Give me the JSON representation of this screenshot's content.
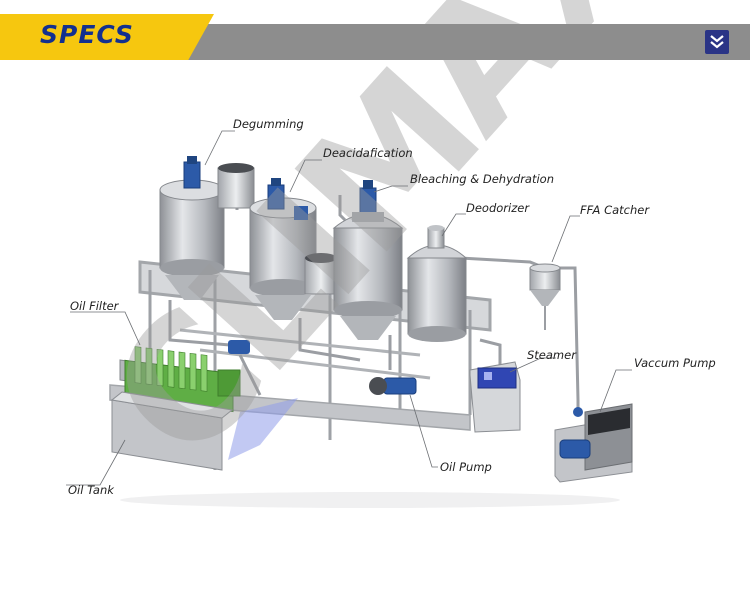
{
  "header": {
    "title": "SPECS",
    "collapse_icon": "double-chevron-down-icon",
    "accent_color": "#f6c70f",
    "bar_color": "#8d8d8d",
    "title_color": "#13308f"
  },
  "watermark": {
    "text": "CLIMAX",
    "color": "#9a9a9a"
  },
  "labels": {
    "degumming": "Degumming",
    "deacidification": "Deacidafication",
    "bleaching": "Bleaching & Dehydration",
    "deodorizer": "Deodorizer",
    "ffa_catcher": "FFA Catcher",
    "oil_filter": "Oil Filter",
    "steamer": "Steamer",
    "vacuum_pump": "Vaccum Pump",
    "oil_tank": "Oil Tank",
    "oil_pump": "Oil Pump"
  }
}
